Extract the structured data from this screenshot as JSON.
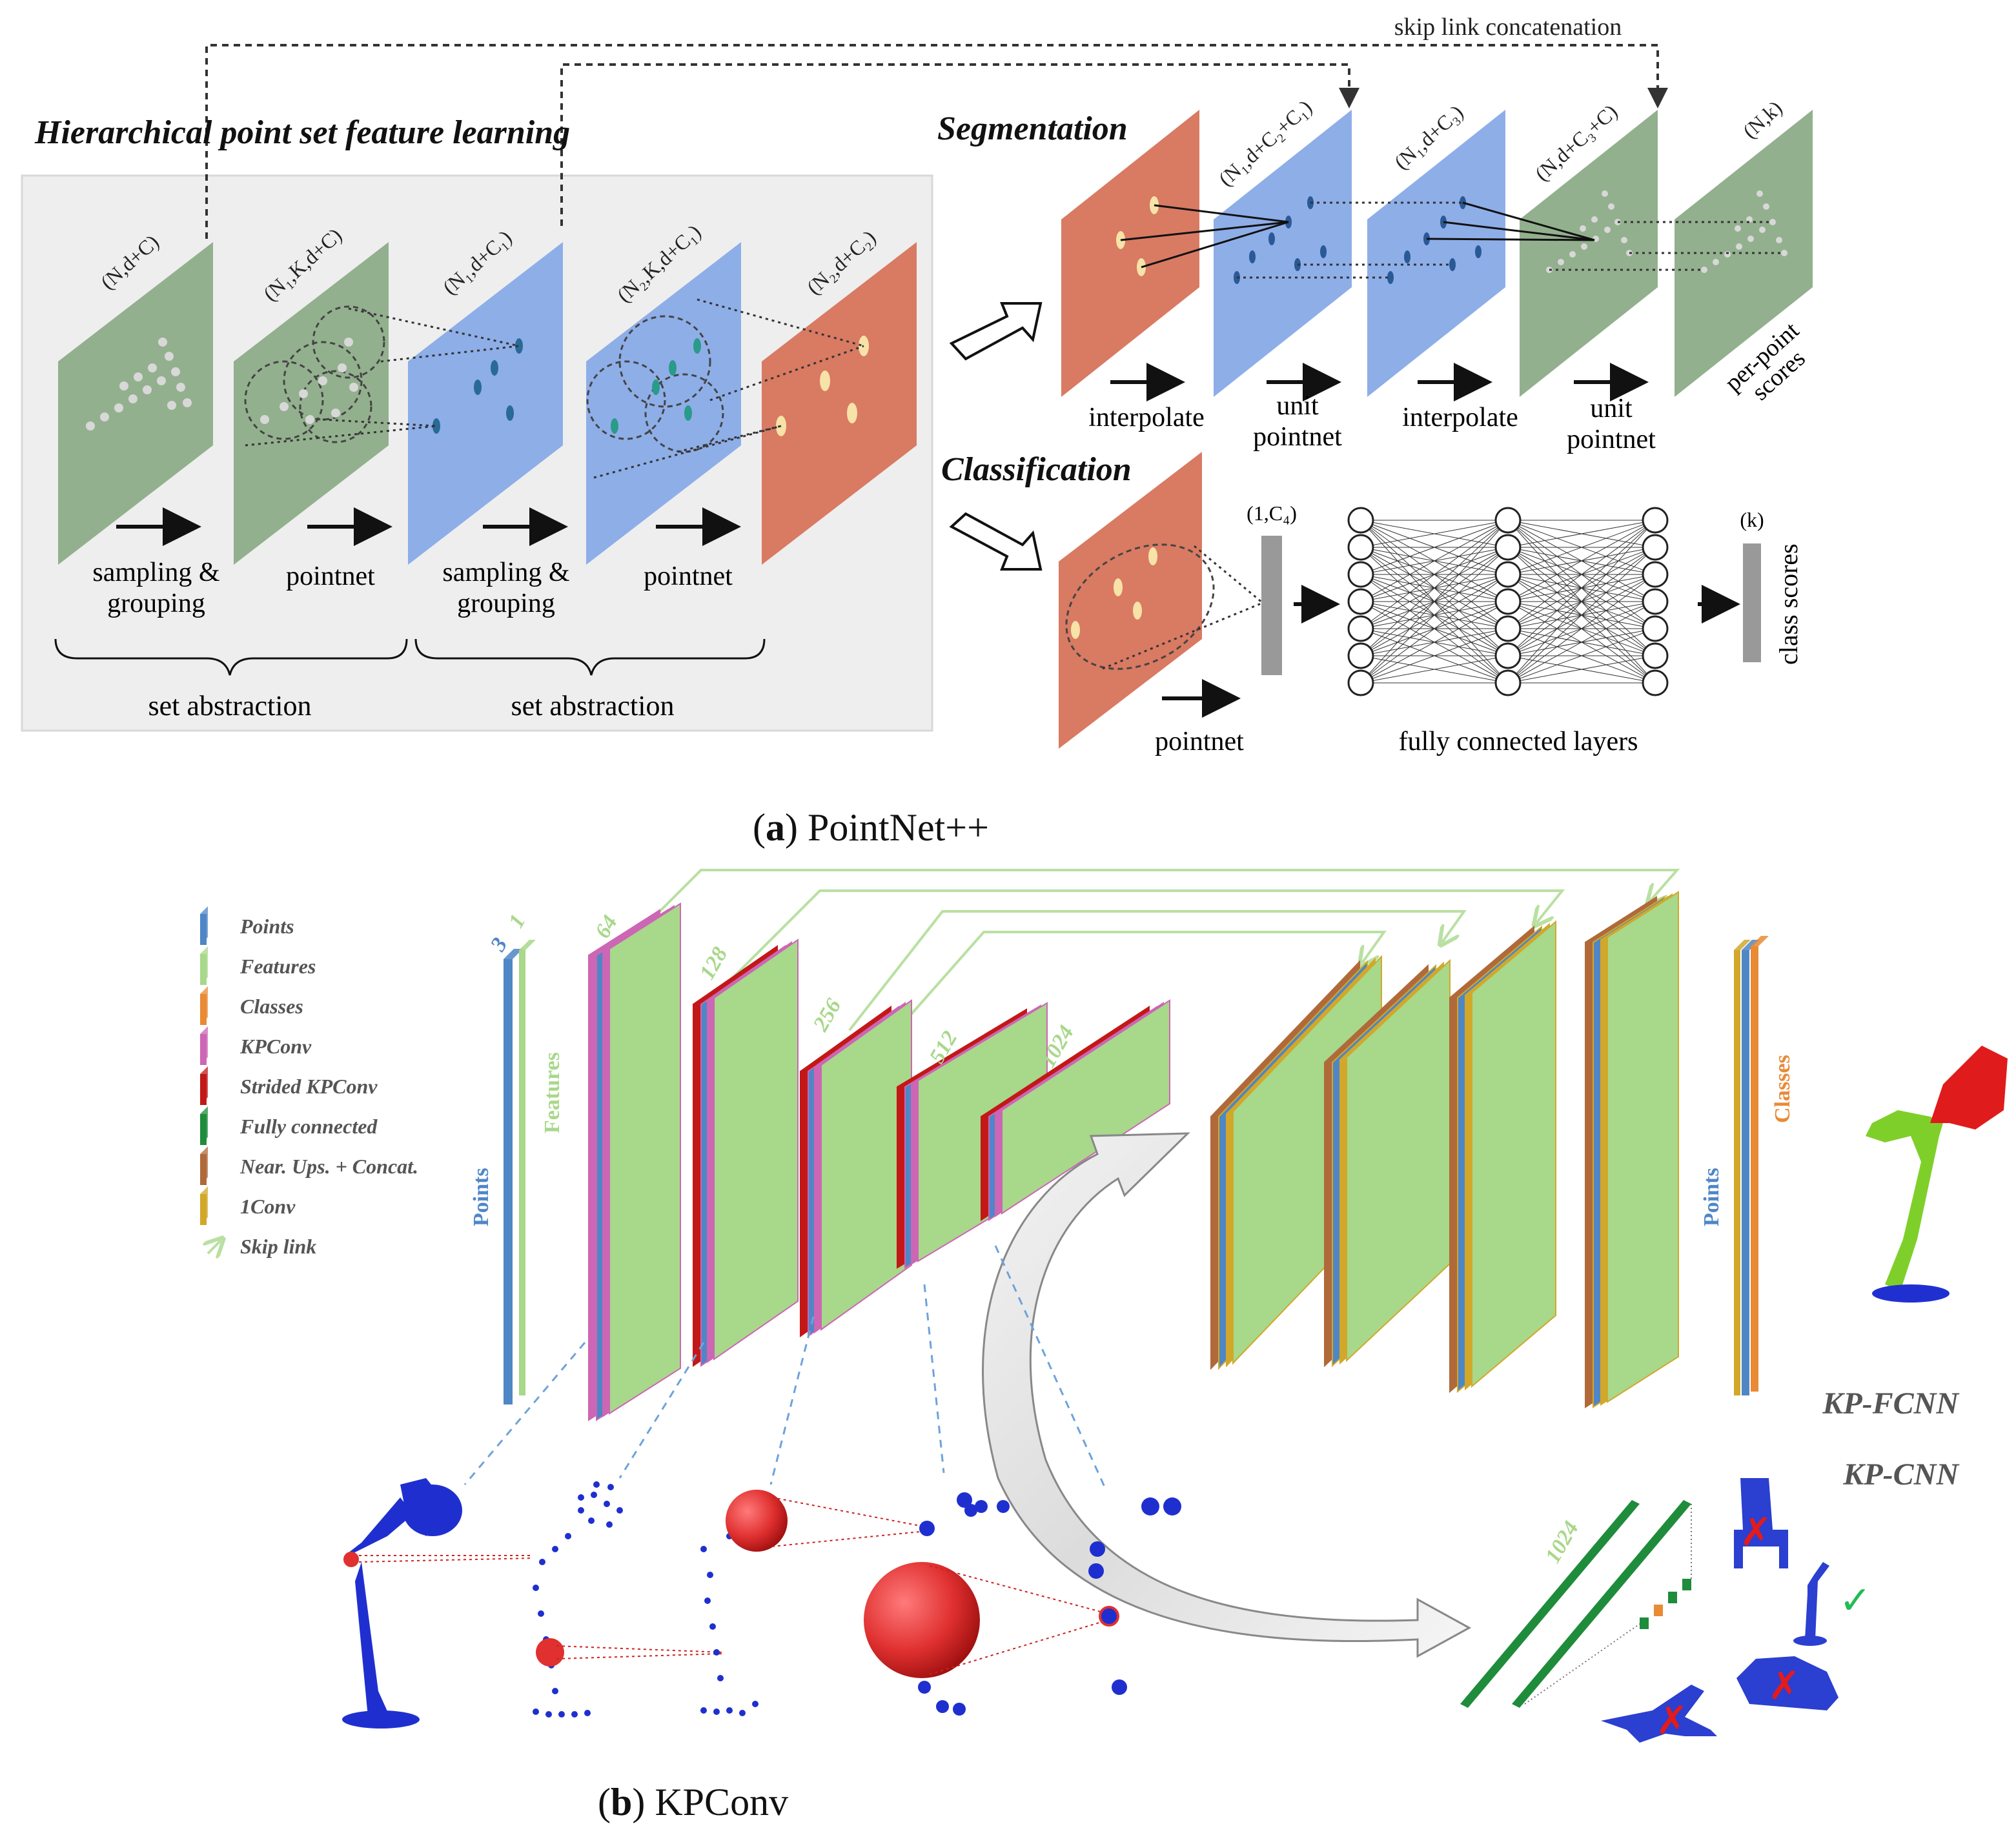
{
  "colors": {
    "green_plane": "#93b08e",
    "blue_plane": "#8eaee8",
    "red_plane": "#d97a63",
    "panel_bg": "#eeeeee",
    "kp_points": "#4f86c6",
    "kp_features": "#a8d88a",
    "kp_classes": "#e98a35",
    "kp_kpconv": "#cc66b5",
    "kp_strided": "#c31818",
    "kp_fc": "#1f8c3c",
    "kp_nearups": "#b06a3a",
    "kp_1conv": "#d1a82a",
    "skip": "#b9e0a2",
    "cloud_blue": "#1f2fcf",
    "sphere_red": "#e03030"
  },
  "pointnet": {
    "skip_label": "skip link concatenation",
    "hier_title": "Hierarchical point set feature learning",
    "seg_title": "Segmentation",
    "cls_title": "Classification",
    "planes": {
      "p1": "(N,d+C)",
      "p2": "(N₁,K,d+C)",
      "p3": "(N₁,d+C₁)",
      "p4": "(N₂,K,d+C₁)",
      "p5": "(N₂,d+C₂)",
      "s2": "(N₁,d+C₂+C₁)",
      "s3": "(N₁,d+C₃)",
      "s4": "(N,d+C₃+C)",
      "s5": "(N,k)"
    },
    "ops": {
      "sg1_a": "sampling &",
      "sg1_b": "grouping",
      "pn1": "pointnet",
      "sg2_a": "sampling &",
      "sg2_b": "grouping",
      "pn2": "pointnet",
      "interp1": "interpolate",
      "unit1_a": "unit",
      "unit1_b": "pointnet",
      "interp2": "interpolate",
      "unit2_a": "unit",
      "unit2_b": "pointnet",
      "per_point_a": "per-point",
      "per_point_b": "scores",
      "cls_pointnet": "pointnet",
      "fc_label": "fully connected layers",
      "vec1": "(1,C₄)",
      "vec2": "(k)",
      "class_scores": "class scores"
    },
    "set_abs_1": "set abstraction",
    "set_abs_2": "set abstraction",
    "caption_letter": "a",
    "caption_text": " PointNet++"
  },
  "kpconv": {
    "legend": [
      {
        "label": "Points",
        "color": "#4f86c6"
      },
      {
        "label": "Features",
        "color": "#a8d88a"
      },
      {
        "label": "Classes",
        "color": "#e98a35"
      },
      {
        "label": "KPConv",
        "color": "#cc66b5"
      },
      {
        "label": "Strided KPConv",
        "color": "#c31818"
      },
      {
        "label": "Fully connected",
        "color": "#1f8c3c"
      },
      {
        "label": "Near. Ups. + Concat.",
        "color": "#b06a3a"
      },
      {
        "label": "1Conv",
        "color": "#d1a82a"
      },
      {
        "label": "Skip link",
        "color": "#b9e0a2"
      }
    ],
    "dims": {
      "d3": "3",
      "d1": "1",
      "d64": "64",
      "d128": "128",
      "d256": "256",
      "d512": "512",
      "d1024": "1024",
      "d1024b": "1024"
    },
    "points_label": "Points",
    "features_label": "Features",
    "points_label_right": "Points",
    "classes_label": "Classes",
    "fcnn_label": "KP-FCNN",
    "cnn_label": "KP-CNN",
    "caption_letter": "b",
    "caption_text": " KPConv"
  }
}
